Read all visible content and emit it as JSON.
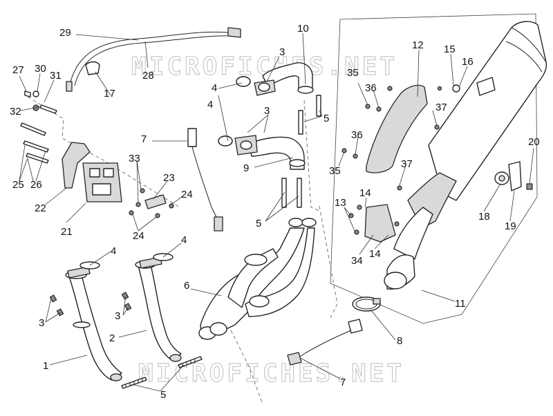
{
  "watermark": "MICROFICHES.NET",
  "callouts": {
    "c1": "1",
    "c2": "2",
    "c3a": "3",
    "c3b": "3",
    "c3c": "3",
    "c3d": "3",
    "c4a": "4",
    "c4b": "4",
    "c4c": "4",
    "c4d": "4",
    "c5a": "5",
    "c5b": "5",
    "c5c": "5",
    "c6": "6",
    "c7a": "7",
    "c7b": "7",
    "c8": "8",
    "c9": "9",
    "c10": "10",
    "c11": "11",
    "c12": "12",
    "c13": "13",
    "c14a": "14",
    "c14b": "14",
    "c15": "15",
    "c16": "16",
    "c17": "17",
    "c18": "18",
    "c19": "19",
    "c20": "20",
    "c21": "21",
    "c22": "22",
    "c23": "23",
    "c24a": "24",
    "c24b": "24",
    "c25": "25",
    "c26": "26",
    "c27": "27",
    "c28": "28",
    "c29": "29",
    "c30": "30",
    "c31": "31",
    "c32": "32",
    "c33": "33",
    "c34": "34",
    "c35a": "35",
    "c35b": "35",
    "c36a": "36",
    "c36b": "36",
    "c37a": "37",
    "c37b": "37"
  }
}
